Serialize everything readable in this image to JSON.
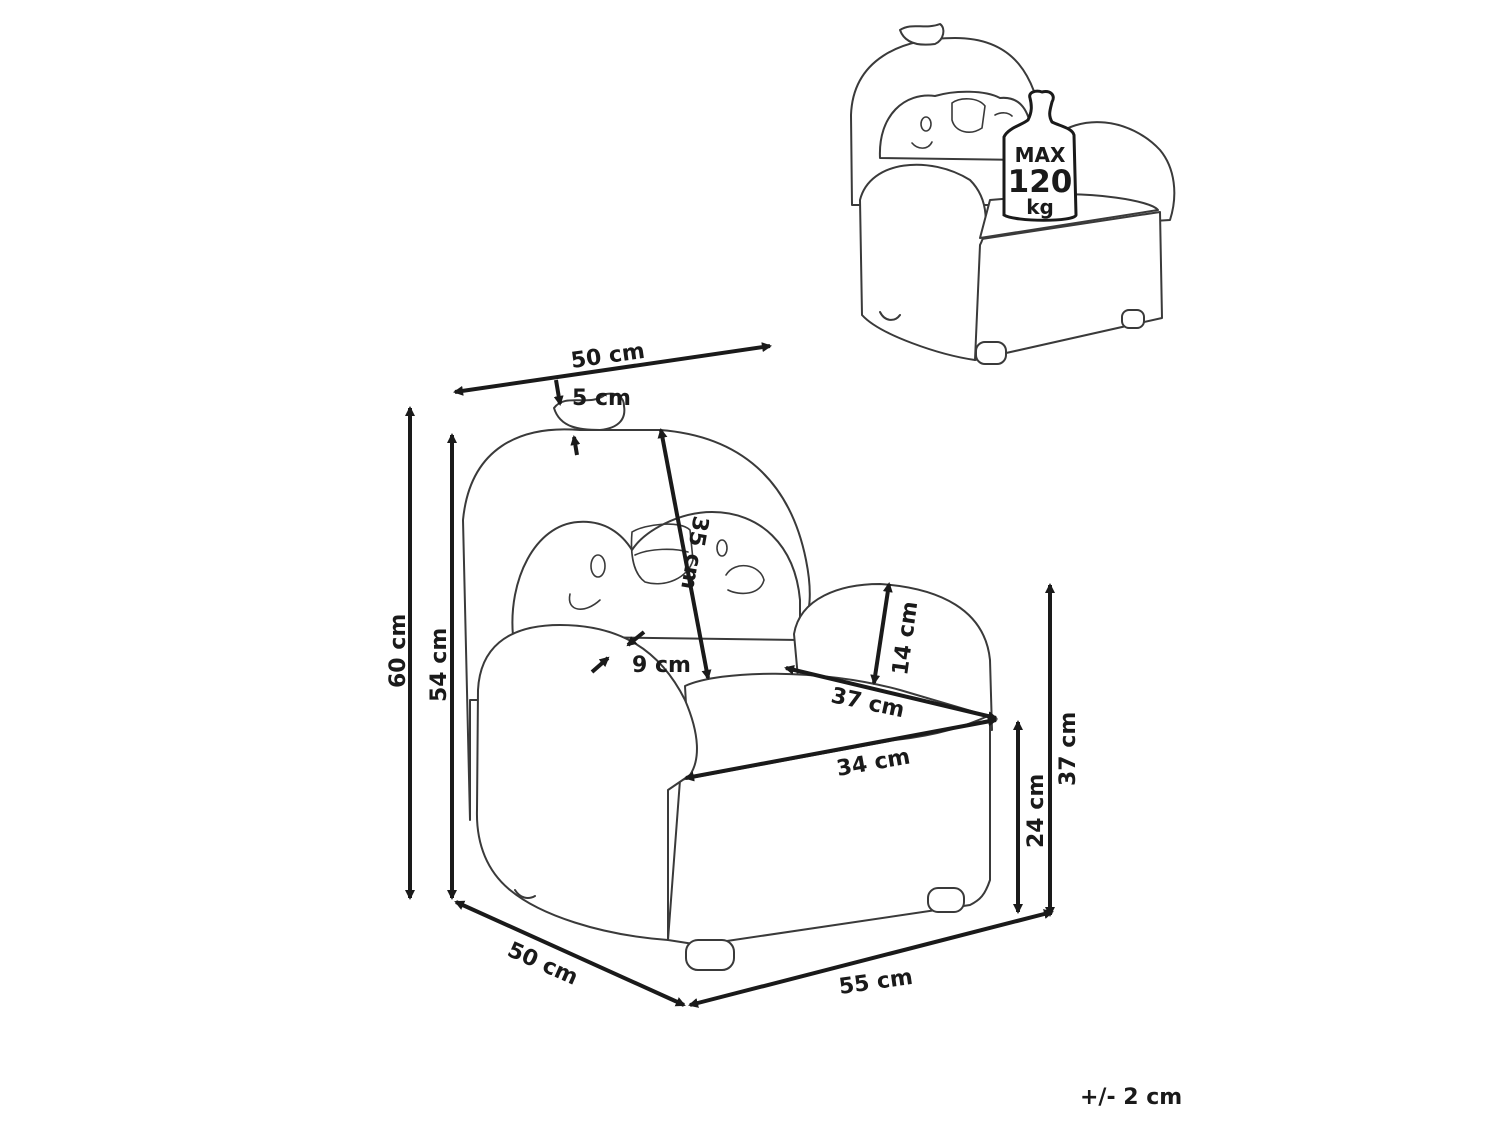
{
  "dimensions": {
    "top_width": "50 cm",
    "crest": "5 cm",
    "total_height": "60 cm",
    "back_height": "54 cm",
    "backrest_height": "35 cm",
    "armrest_width": "9 cm",
    "armrest_height": "14 cm",
    "seat_depth": "37 cm",
    "seat_width": "34 cm",
    "arm_height": "37 cm",
    "seat_height": "24 cm",
    "base_depth": "50 cm",
    "base_width": "55 cm"
  },
  "max_load": {
    "line1": "MAX",
    "line2": "120",
    "line3": "kg"
  },
  "tolerance": "+/- 2 cm",
  "colors": {
    "outline": "#3a3a3a",
    "dimension": "#1a1a1a",
    "background": "#ffffff"
  }
}
